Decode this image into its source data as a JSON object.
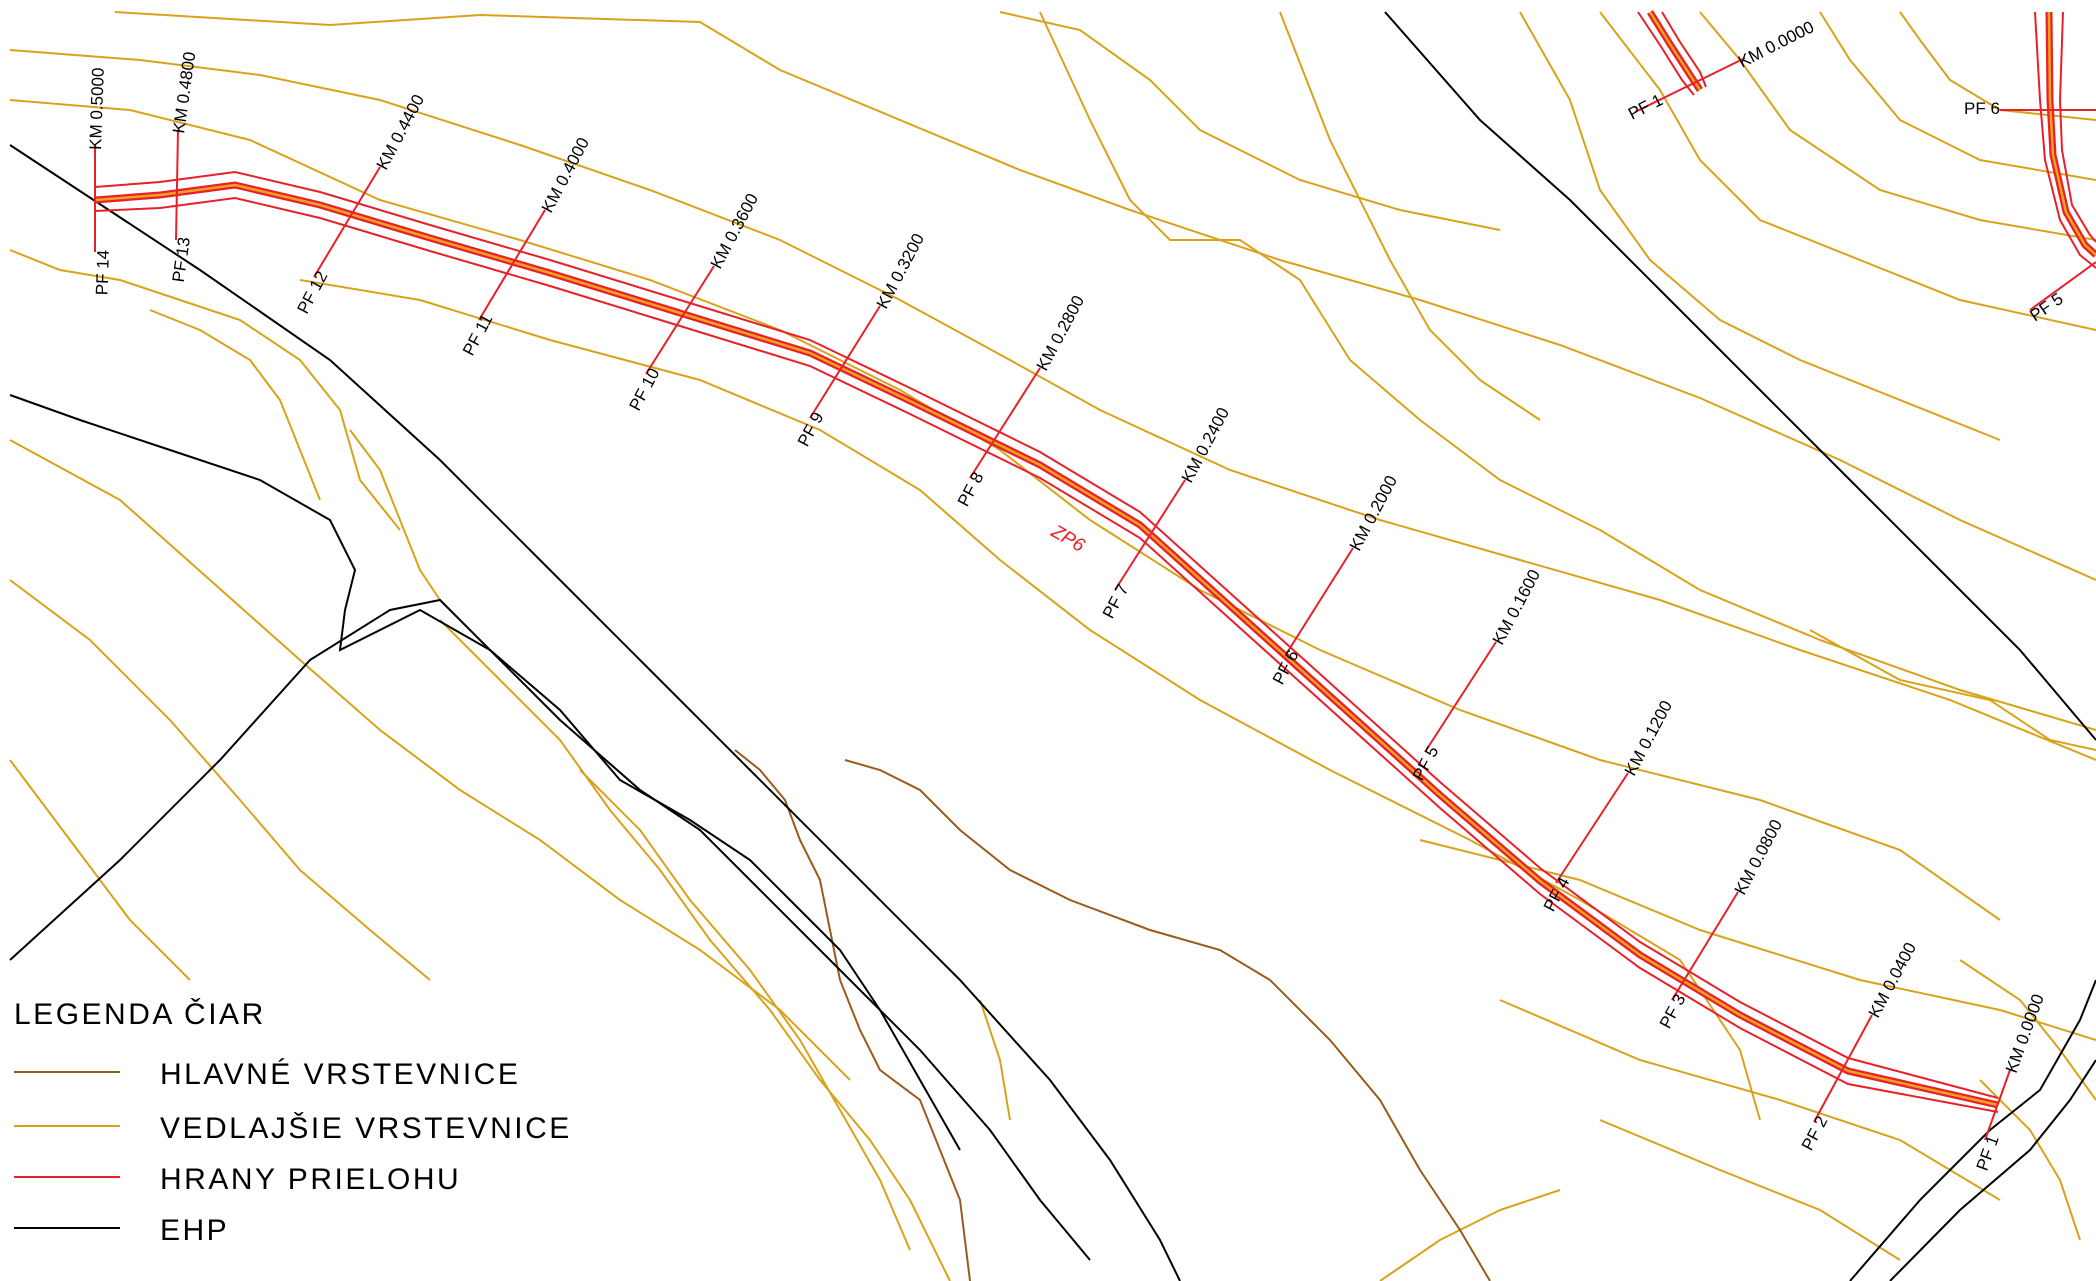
{
  "colors": {
    "main_contour": "#9a5a1c",
    "minor_contour": "#d9a21b",
    "road_edge": "#e8202a",
    "road_axis_outer": "#e8202a",
    "road_axis_inner": "#f0a21e",
    "ehp": "#000000",
    "background": "#ffffff"
  },
  "route_label": "ZP6",
  "main_route": {
    "profiles": [
      {
        "pf": "PF 1",
        "km": "KM 0.0000"
      },
      {
        "pf": "PF 2",
        "km": "KM 0.0400"
      },
      {
        "pf": "PF 3",
        "km": "KM 0.0800"
      },
      {
        "pf": "PF 4",
        "km": "KM 0.1200"
      },
      {
        "pf": "PF 5",
        "km": "KM 0.1600"
      },
      {
        "pf": "PF 6",
        "km": "KM 0.2000"
      },
      {
        "pf": "PF 7",
        "km": "KM 0.2400"
      },
      {
        "pf": "PF 8",
        "km": "KM 0.2800"
      },
      {
        "pf": "PF 9",
        "km": "KM 0.3200"
      },
      {
        "pf": "PF 10",
        "km": "KM 0.3600"
      },
      {
        "pf": "PF 11",
        "km": "KM 0.4000"
      },
      {
        "pf": "PF 12",
        "km": "KM 0.4400"
      },
      {
        "pf": "PF 13",
        "km": "KM 0.4800"
      },
      {
        "pf": "PF 14",
        "km": "KM 0.5000"
      }
    ]
  },
  "side_route_top": {
    "pf": "PF 1",
    "km": "KM 0.0000"
  },
  "side_route_right": [
    {
      "pf": "PF 6",
      "km": ""
    },
    {
      "pf": "PF 5",
      "km": ""
    }
  ],
  "legend": {
    "title": "LEGENDA ČIAR",
    "items": [
      {
        "label": "HLAVNÉ VRSTEVNICE",
        "color": "#9a5a1c"
      },
      {
        "label": "VEDLAJŠIE VRSTEVNICE",
        "color": "#d9a21b"
      },
      {
        "label": "HRANY PRIELOHU",
        "color": "#e8202a"
      },
      {
        "label": "EHP",
        "color": "#000000"
      }
    ]
  }
}
